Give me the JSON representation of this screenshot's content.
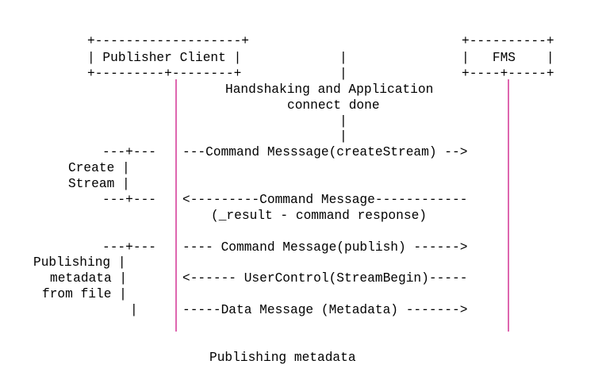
{
  "diagram": {
    "lines": [
      "    +-------------------+                            +-----------+",
      "    | Publisher Client  |            |               |   FMS     |",
      "    +---------+---------+            |               +-----+-----+",
      "              |      Handshaking and Application             |",
      "              |             connect done                     |",
      "              |                      |                       |",
      "              |                      |                       |",
      "     ---+---  |---Command Messsage(createStream) -->|",
      "  Create |    |                                              |",
      "  Stream |    |                                              |",
      "     ---+---  |<---------Command Message------------|",
      "              |   (_result - command response)               |",
      "              |                                              |",
      "     ---+---  |---- Command Message(publish) ------>|",
      " Publishing |  |                                             |",
      "   metadata |  |<------ UserControl(StreamBegin)-----|",
      "  from file |  |                                             |",
      "            |  |-----Data Message (Metadata) -------->|",
      "               |                                             |"
    ],
    "caption": "Publishing metadata"
  },
  "colors": {
    "text": "#000000",
    "lifeline": "#c8007a"
  }
}
